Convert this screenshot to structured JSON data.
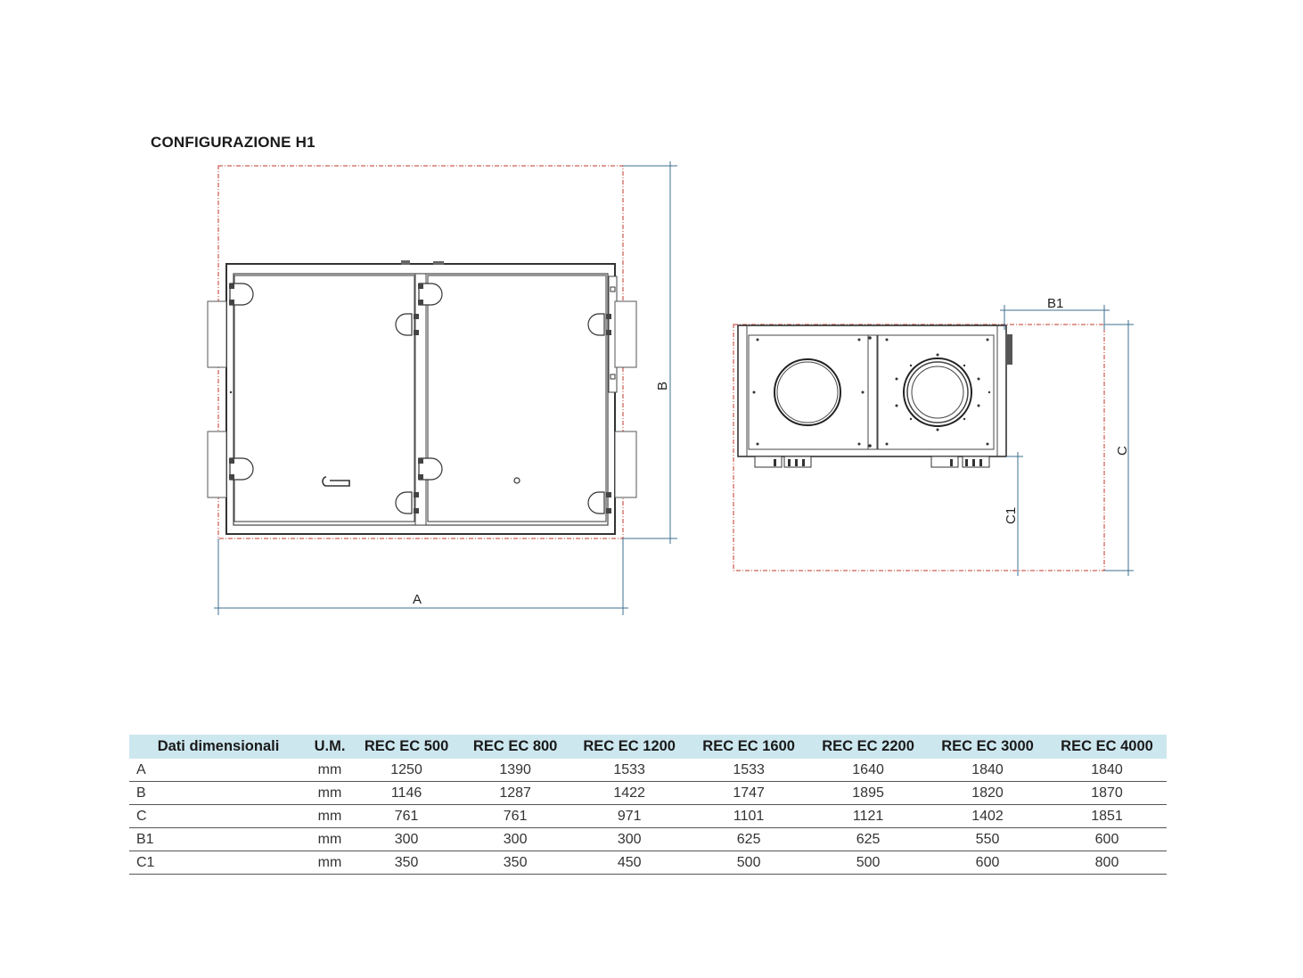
{
  "title": "CONFIGURAZIONE H1",
  "labels": {
    "A": "A",
    "B": "B",
    "B1": "B1",
    "C": "C",
    "C1": "C1"
  },
  "table": {
    "headers": [
      "Dati dimensionali",
      "U.M.",
      "REC EC 500",
      "REC EC 800",
      "REC EC 1200",
      "REC EC 1600",
      "REC EC 2200",
      "REC EC 3000",
      "REC EC 4000"
    ],
    "rows": [
      [
        "A",
        "mm",
        "1250",
        "1390",
        "1533",
        "1533",
        "1640",
        "1840",
        "1840"
      ],
      [
        "B",
        "mm",
        "1146",
        "1287",
        "1422",
        "1747",
        "1895",
        "1820",
        "1870"
      ],
      [
        "C",
        "mm",
        "761",
        "761",
        "971",
        "1101",
        "1121",
        "1402",
        "1851"
      ],
      [
        "B1",
        "mm",
        "300",
        "300",
        "300",
        "625",
        "625",
        "550",
        "600"
      ],
      [
        "C1",
        "mm",
        "350",
        "350",
        "450",
        "500",
        "500",
        "600",
        "800"
      ]
    ]
  },
  "colors": {
    "clearance_line": "#c0392b",
    "dimension_line": "#3d6f8f",
    "header_bg": "#cde7ef"
  }
}
